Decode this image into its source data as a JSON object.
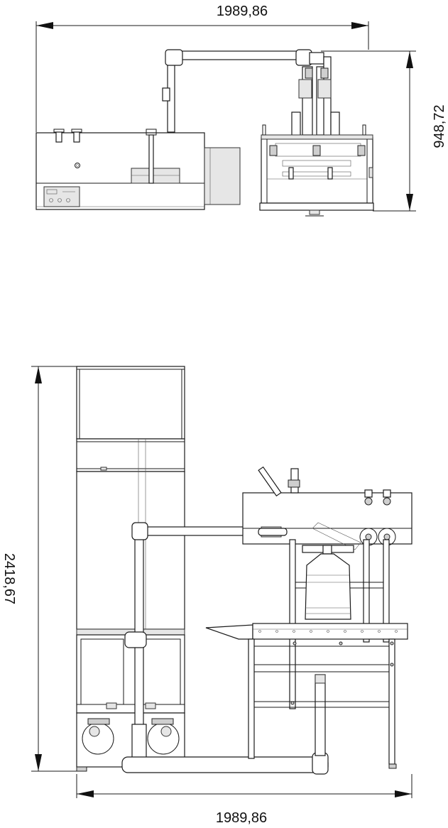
{
  "dimensions": {
    "top_width": "1989,86",
    "top_height": "948,72",
    "bottom_width": "1989,86",
    "bottom_height": "2418,67"
  }
}
